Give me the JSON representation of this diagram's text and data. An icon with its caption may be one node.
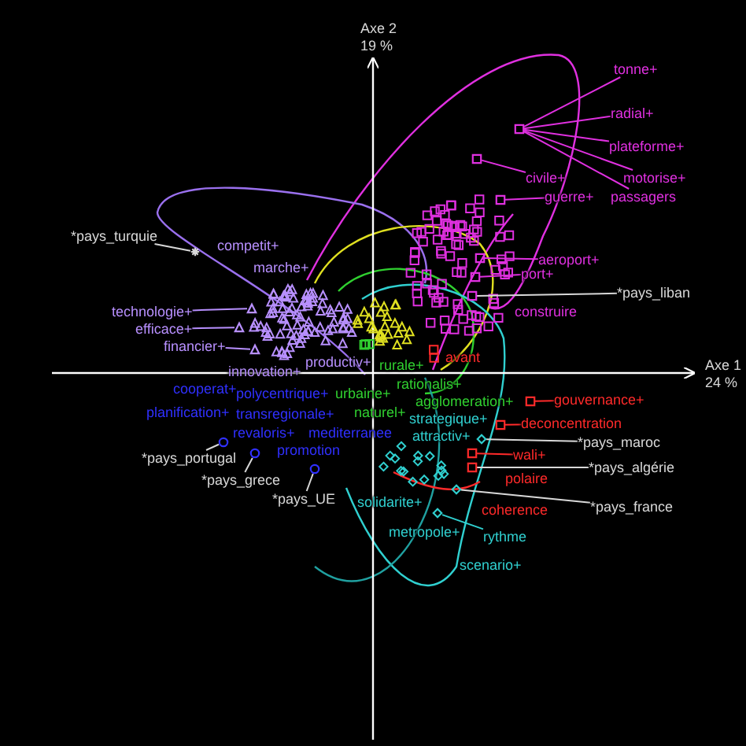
{
  "diagram": {
    "nodes": [
      {
        "text": [
          "tonne+"
        ]
      },
      {
        "text": [
          "radial+"
        ]
      },
      {
        "text": [
          "plateforme+"
        ]
      },
      {
        "text": [
          "motorise+"
        ]
      },
      {
        "text": [
          "passagers"
        ]
      },
      {
        "text": [
          "civile+"
        ]
      },
      {
        "text": [
          "guerre+"
        ]
      },
      {
        "text": [
          "*pays_turquie"
        ]
      },
      {
        "text": [
          "technologie+"
        ]
      },
      {
        "text": [
          "efficace+"
        ]
      },
      {
        "text": [
          "financier+"
        ]
      },
      {
        "text": [
          "aeroport+"
        ]
      },
      {
        "text": [
          "port+"
        ]
      },
      {
        "text": [
          "*pays_liban"
        ]
      },
      {
        "text": [
          "gouvernance+"
        ]
      },
      {
        "text": [
          "deconcentration"
        ]
      },
      {
        "text": [
          "*pays_maroc"
        ]
      },
      {
        "text": [
          "wali+"
        ]
      },
      {
        "text": [
          "*pays_algérie"
        ]
      },
      {
        "text": [
          "*pays_france"
        ]
      },
      {
        "text": [
          "*pays_portugal"
        ]
      },
      {
        "text": [
          "*pays_grece"
        ]
      },
      {
        "text": [
          "*pays_UE"
        ]
      },
      {
        "text": [
          "rythme"
        ]
      },
      {
        "text": [],
        "shape": "box"
      },
      {
        "text": [],
        "shape": "box"
      },
      {
        "text": [],
        "shape": "box"
      },
      {
        "text": [],
        "shape": "star"
      },
      {
        "text": [],
        "shape": "triangle"
      },
      {
        "text": [],
        "shape": "triangle"
      },
      {
        "text": [],
        "shape": "triangle"
      },
      {
        "text": [],
        "shape": "box"
      },
      {
        "text": [],
        "shape": "box"
      },
      {
        "text": [],
        "shape": "box"
      },
      {
        "text": [],
        "shape": "box"
      },
      {
        "text": [],
        "shape": "box"
      },
      {
        "text": [],
        "shape": "diamond"
      },
      {
        "text": [],
        "shape": "box"
      },
      {
        "text": [],
        "shape": "box"
      },
      {
        "text": [],
        "shape": "diamond"
      },
      {
        "text": [],
        "shape": "circle"
      },
      {
        "text": [],
        "shape": "circle"
      },
      {
        "text": [],
        "shape": "circle"
      },
      {
        "text": [],
        "shape": "diamond"
      }
    ],
    "edges": [
      {
        "from": 0,
        "to": 24,
        "arrow": "none",
        "color": "#e030e0"
      },
      {
        "from": 1,
        "to": 24,
        "arrow": "none",
        "color": "#e030e0"
      },
      {
        "from": 2,
        "to": 24,
        "arrow": "none",
        "color": "#e030e0"
      },
      {
        "from": 3,
        "to": 24,
        "arrow": "none",
        "color": "#e030e0"
      },
      {
        "from": 4,
        "to": 24,
        "arrow": "none",
        "color": "#e030e0"
      },
      {
        "from": 5,
        "to": 25,
        "arrow": "none",
        "color": "#e030e0"
      },
      {
        "from": 6,
        "to": 26,
        "arrow": "none",
        "color": "#e030e0"
      },
      {
        "from": 7,
        "to": 27,
        "arrow": "none",
        "color": "#d8d8d8"
      },
      {
        "from": 8,
        "to": 28,
        "arrow": "none",
        "color": "#b890ff"
      },
      {
        "from": 9,
        "to": 29,
        "arrow": "none",
        "color": "#b890ff"
      },
      {
        "from": 10,
        "to": 30,
        "arrow": "none",
        "color": "#b890ff"
      },
      {
        "from": 11,
        "to": 31,
        "arrow": "none",
        "color": "#e030e0"
      },
      {
        "from": 12,
        "to": 32,
        "arrow": "none",
        "color": "#e030e0"
      },
      {
        "from": 13,
        "to": 33,
        "arrow": "none",
        "color": "#d8d8d8"
      },
      {
        "from": 14,
        "to": 34,
        "arrow": "none",
        "color": "#ff2a2a"
      },
      {
        "from": 15,
        "to": 35,
        "arrow": "none",
        "color": "#ff2a2a"
      },
      {
        "from": 16,
        "to": 36,
        "arrow": "none",
        "color": "#d8d8d8"
      },
      {
        "from": 17,
        "to": 37,
        "arrow": "none",
        "color": "#ff2a2a"
      },
      {
        "from": 18,
        "to": 38,
        "arrow": "none",
        "color": "#d8d8d8"
      },
      {
        "from": 19,
        "to": 39,
        "arrow": "none",
        "color": "#d8d8d8"
      },
      {
        "from": 20,
        "to": 40,
        "arrow": "none",
        "color": "#d8d8d8"
      },
      {
        "from": 21,
        "to": 41,
        "arrow": "none",
        "color": "#d8d8d8"
      },
      {
        "from": 22,
        "to": 42,
        "arrow": "none",
        "color": "#d8d8d8"
      },
      {
        "from": 23,
        "to": 43,
        "arrow": "none",
        "color": "#30d0d0"
      }
    ],
    "labels": [
      "Axe 2",
      "19 %",
      "competit+",
      "marche+",
      "construire",
      "avant",
      "productiv+",
      "rurale+",
      "Axe 1",
      "innovation+",
      "rationalis+",
      "24 %",
      "cooperat+",
      "polycentrique+",
      "urbaine+",
      "agglomeration+",
      "planification+",
      "transregionale+",
      "naturel+",
      "strategique+",
      "revaloris+",
      "mediterranee",
      "attractiv+",
      "promotion",
      "polaire",
      "solidarite+",
      "coherence",
      "metropole+",
      "scenario+"
    ]
  }
}
